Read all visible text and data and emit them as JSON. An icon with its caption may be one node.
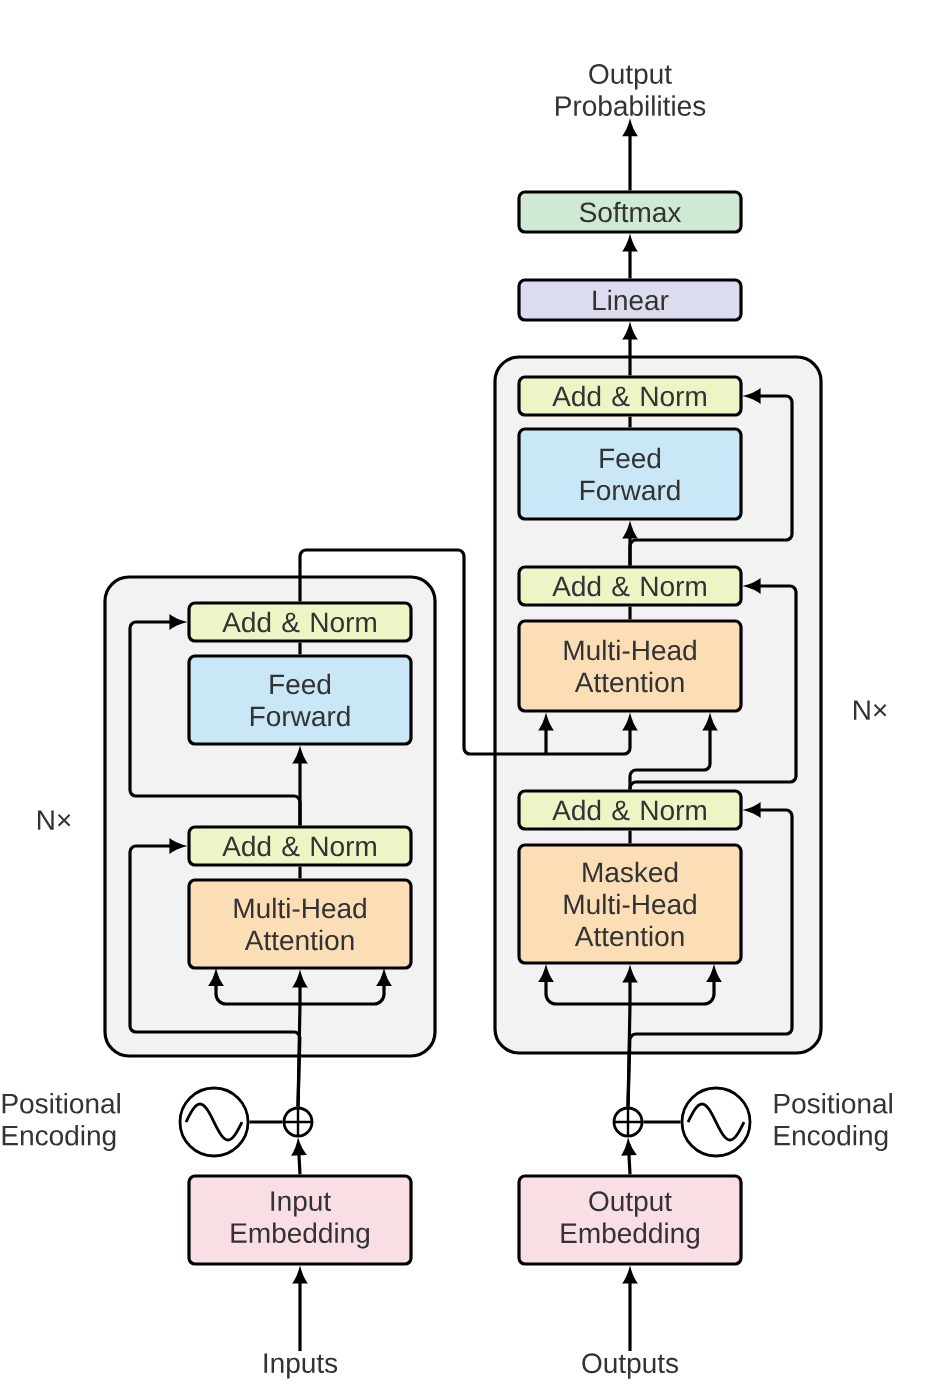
{
  "diagram": {
    "nodes": [
      {
        "text": [],
        "shape": "box",
        "beside": [
          "N×"
        ]
      },
      {
        "text": [
          "Add & Norm"
        ],
        "in": 0
      },
      {
        "text": [
          "Feed Forward"
        ],
        "in": 0
      },
      {
        "text": [
          "Add & Norm"
        ],
        "in": 0
      },
      {
        "text": [
          "Multi-Head Attention"
        ],
        "in": 0
      },
      {
        "text": [],
        "shape": "box",
        "beside": [
          "N×"
        ]
      },
      {
        "text": [
          "Add & Norm"
        ],
        "in": 5
      },
      {
        "text": [
          "Feed Forward"
        ],
        "in": 5
      },
      {
        "text": [
          "Add & Norm"
        ],
        "in": 5
      },
      {
        "text": [
          "Multi-Head Attention"
        ],
        "in": 5
      },
      {
        "text": [
          "Add & Norm"
        ],
        "in": 5
      },
      {
        "text": [
          "Masked Multi-Head Attention"
        ],
        "in": 5
      },
      {
        "text": [
          "Linear"
        ]
      },
      {
        "text": [
          "Softmax"
        ]
      },
      {
        "text": [
          "Output Probabilities"
        ]
      },
      {
        "text": [
          "Input Embedding"
        ]
      },
      {
        "text": [
          "Output Embedding"
        ]
      },
      {
        "text": [
          "Inputs"
        ]
      },
      {
        "text": [
          "Outputs"
        ]
      },
      {
        "text": [],
        "shape": "circle"
      },
      {
        "text": [],
        "shape": "circle"
      },
      {
        "text": [],
        "shape": "circle",
        "beside": [
          "Positional Encoding"
        ]
      },
      {
        "text": [],
        "shape": "circle",
        "beside": [
          "Positional Encoding"
        ]
      }
    ],
    "edges": [
      {
        "from": 17,
        "to": 15,
        "arrow": "to"
      },
      {
        "from": 15,
        "to": 19,
        "arrow": "to"
      },
      {
        "from": 21,
        "to": 19,
        "arrow": "none"
      },
      {
        "from": 19,
        "to": 4,
        "arrow": "to"
      },
      {
        "from": 19,
        "to": 3,
        "arrow": "to"
      },
      {
        "from": 4,
        "to": 3,
        "arrow": "none"
      },
      {
        "from": 3,
        "to": 2,
        "arrow": "to"
      },
      {
        "from": 3,
        "to": 1,
        "arrow": "to"
      },
      {
        "from": 2,
        "to": 1,
        "arrow": "none"
      },
      {
        "from": 1,
        "to": 9,
        "arrow": "to"
      },
      {
        "from": 18,
        "to": 16,
        "arrow": "to"
      },
      {
        "from": 16,
        "to": 20,
        "arrow": "to"
      },
      {
        "from": 22,
        "to": 20,
        "arrow": "none"
      },
      {
        "from": 20,
        "to": 11,
        "arrow": "to"
      },
      {
        "from": 20,
        "to": 10,
        "arrow": "to"
      },
      {
        "from": 11,
        "to": 10,
        "arrow": "none"
      },
      {
        "from": 10,
        "to": 9,
        "arrow": "to"
      },
      {
        "from": 10,
        "to": 8,
        "arrow": "to"
      },
      {
        "from": 9,
        "to": 8,
        "arrow": "none"
      },
      {
        "from": 8,
        "to": 7,
        "arrow": "to"
      },
      {
        "from": 8,
        "to": 6,
        "arrow": "to"
      },
      {
        "from": 7,
        "to": 6,
        "arrow": "none"
      },
      {
        "from": 6,
        "to": 12,
        "arrow": "to"
      },
      {
        "from": 12,
        "to": 13,
        "arrow": "to"
      },
      {
        "from": 13,
        "to": 14,
        "arrow": "to"
      }
    ]
  }
}
